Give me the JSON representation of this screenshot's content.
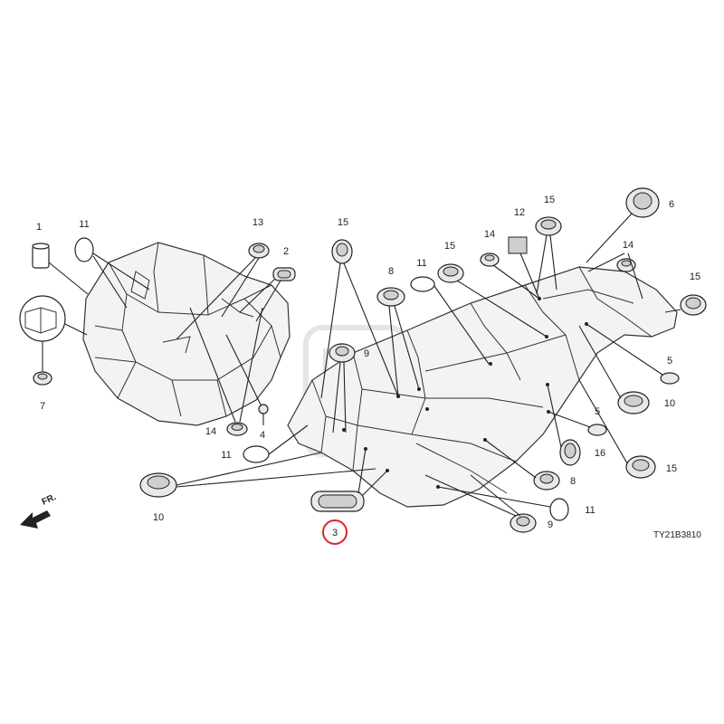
{
  "diagram": {
    "code": "TY21B3810",
    "front_label": "FR.",
    "highlight_color": "#d9262c",
    "callouts": [
      {
        "id": "c1",
        "label": "1"
      },
      {
        "id": "c11a",
        "label": "11"
      },
      {
        "id": "c13",
        "label": "13"
      },
      {
        "id": "c2",
        "label": "2"
      },
      {
        "id": "c15a",
        "label": "15"
      },
      {
        "id": "c8a",
        "label": "8"
      },
      {
        "id": "c11b",
        "label": "11"
      },
      {
        "id": "c15b",
        "label": "15"
      },
      {
        "id": "c14a",
        "label": "14"
      },
      {
        "id": "c12",
        "label": "12"
      },
      {
        "id": "c15c",
        "label": "15"
      },
      {
        "id": "c6",
        "label": "6"
      },
      {
        "id": "c14b",
        "label": "14"
      },
      {
        "id": "c15d",
        "label": "15"
      },
      {
        "id": "c7",
        "label": "7"
      },
      {
        "id": "c9a",
        "label": "9"
      },
      {
        "id": "c5a",
        "label": "5"
      },
      {
        "id": "c10a",
        "label": "10"
      },
      {
        "id": "c4",
        "label": "4"
      },
      {
        "id": "c14c",
        "label": "14"
      },
      {
        "id": "c11c",
        "label": "11"
      },
      {
        "id": "c5b",
        "label": "5"
      },
      {
        "id": "c16",
        "label": "16"
      },
      {
        "id": "c15e",
        "label": "15"
      },
      {
        "id": "c10b",
        "label": "10"
      },
      {
        "id": "c8b",
        "label": "8"
      },
      {
        "id": "c3",
        "label": "3"
      },
      {
        "id": "c11d",
        "label": "11"
      },
      {
        "id": "c9b",
        "label": "9"
      }
    ]
  }
}
